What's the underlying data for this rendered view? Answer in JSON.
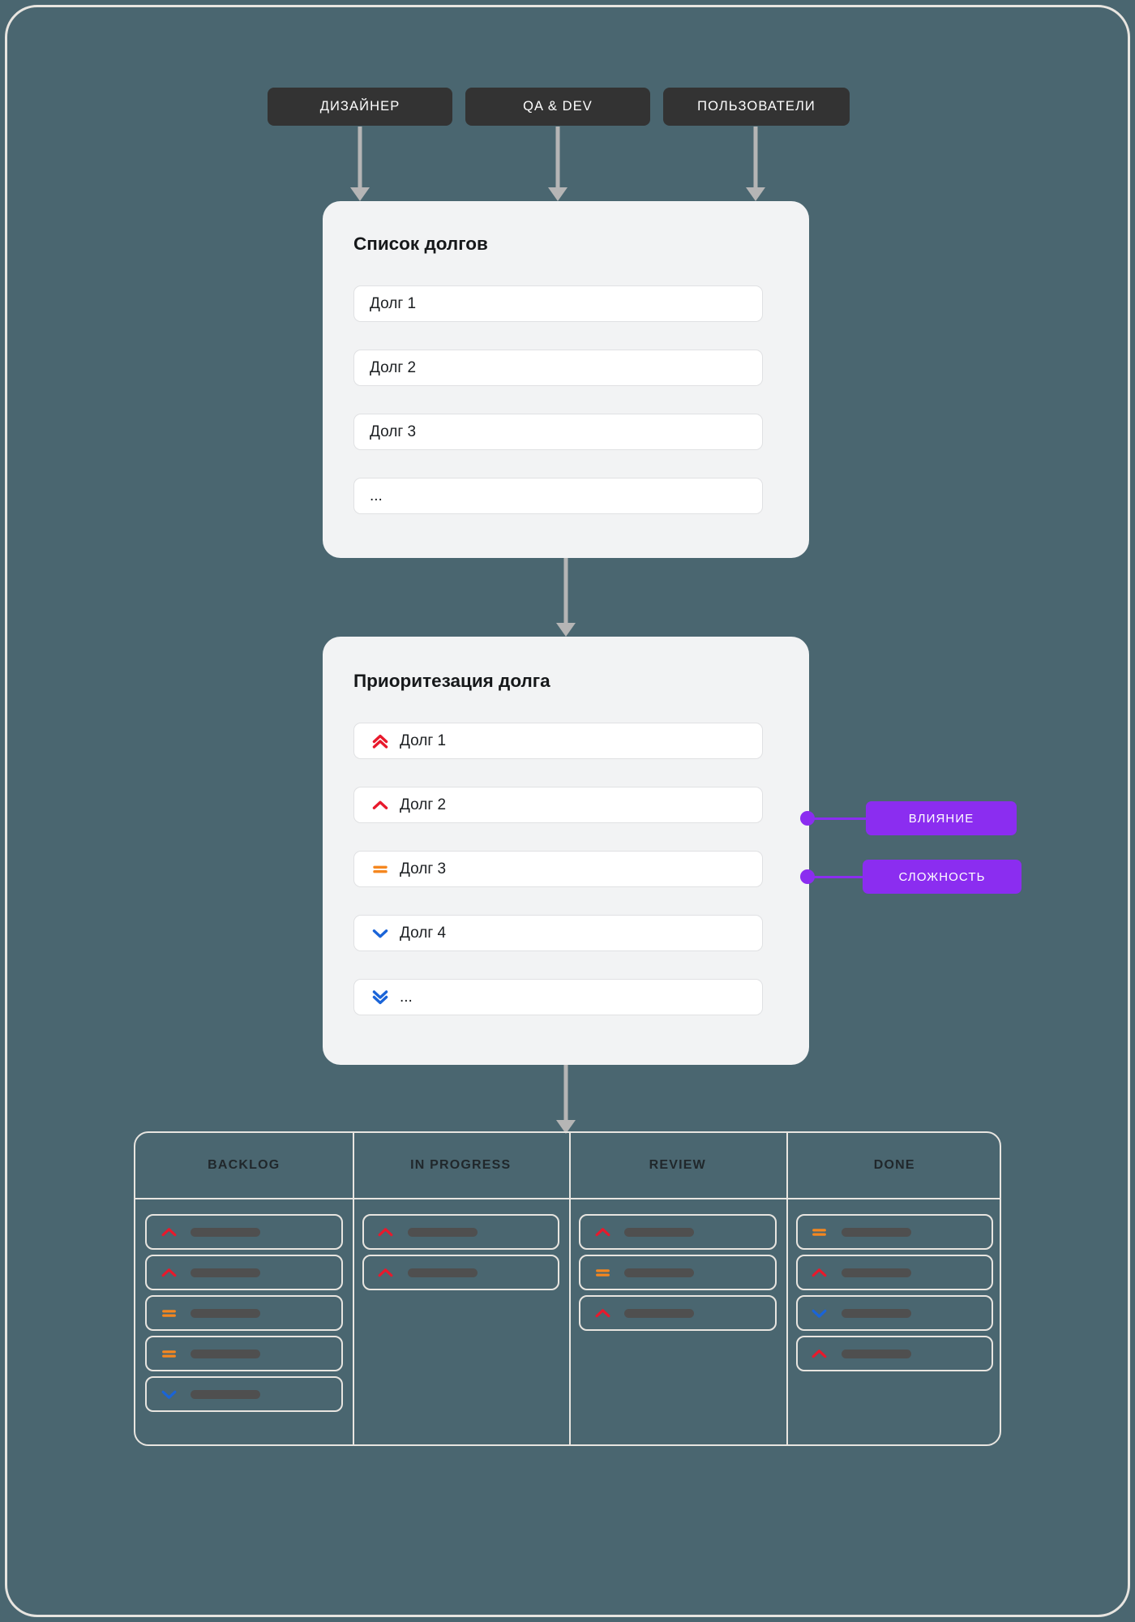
{
  "colors": {
    "background": "#4a6670",
    "frame_border": "#e8e5e0",
    "pill_bg": "#333333",
    "card_bg": "#f2f3f4",
    "row_bg": "#ffffff",
    "arrow": "#b5b5b5",
    "purple": "#8b2df0",
    "priority_high": "#e8192c",
    "priority_medium": "#f5871f",
    "priority_low": "#1a64d8",
    "kanban_bar": "#4f4f4f"
  },
  "sources": [
    {
      "label": "ДИЗАЙНЕР",
      "name": "source-pill-designer"
    },
    {
      "label": "QA & DEV",
      "name": "source-pill-qa-dev"
    },
    {
      "label": "ПОЛЬЗОВАТЕЛИ",
      "name": "source-pill-users"
    }
  ],
  "debt_list_card": {
    "title": "Список долгов",
    "items": [
      {
        "label": "Долг 1"
      },
      {
        "label": "Долг 2"
      },
      {
        "label": "Долг 3"
      },
      {
        "label": "..."
      }
    ]
  },
  "prioritization_card": {
    "title": "Приоритезация долга",
    "items": [
      {
        "label": "Долг 1",
        "icon": "double-chevron-up-icon",
        "priority": "highest"
      },
      {
        "label": "Долг 2",
        "icon": "chevron-up-icon",
        "priority": "high"
      },
      {
        "label": "Долг 3",
        "icon": "equals-icon",
        "priority": "medium"
      },
      {
        "label": "Долг 4",
        "icon": "chevron-down-icon",
        "priority": "low"
      },
      {
        "label": "...",
        "icon": "double-chevron-down-icon",
        "priority": "lowest"
      }
    ]
  },
  "criteria_tags": [
    {
      "label": "ВЛИЯНИЕ",
      "name": "criteria-tag-impact"
    },
    {
      "label": "СЛОЖНОСТЬ",
      "name": "criteria-tag-complexity"
    }
  ],
  "kanban": {
    "columns": [
      {
        "header": "BACKLOG",
        "cards": [
          {
            "icon": "chevron-up-icon",
            "priority": "high"
          },
          {
            "icon": "chevron-up-icon",
            "priority": "high"
          },
          {
            "icon": "equals-icon",
            "priority": "medium"
          },
          {
            "icon": "equals-icon",
            "priority": "medium"
          },
          {
            "icon": "chevron-down-icon",
            "priority": "low"
          }
        ]
      },
      {
        "header": "IN PROGRESS",
        "cards": [
          {
            "icon": "chevron-up-icon",
            "priority": "high"
          },
          {
            "icon": "chevron-up-icon",
            "priority": "high"
          }
        ]
      },
      {
        "header": "REVIEW",
        "cards": [
          {
            "icon": "chevron-up-icon",
            "priority": "high"
          },
          {
            "icon": "equals-icon",
            "priority": "medium"
          },
          {
            "icon": "chevron-up-icon",
            "priority": "high"
          }
        ]
      },
      {
        "header": "DONE",
        "cards": [
          {
            "icon": "equals-icon",
            "priority": "medium"
          },
          {
            "icon": "chevron-up-icon",
            "priority": "high"
          },
          {
            "icon": "chevron-down-icon",
            "priority": "low"
          },
          {
            "icon": "chevron-up-icon",
            "priority": "high"
          }
        ]
      }
    ]
  }
}
